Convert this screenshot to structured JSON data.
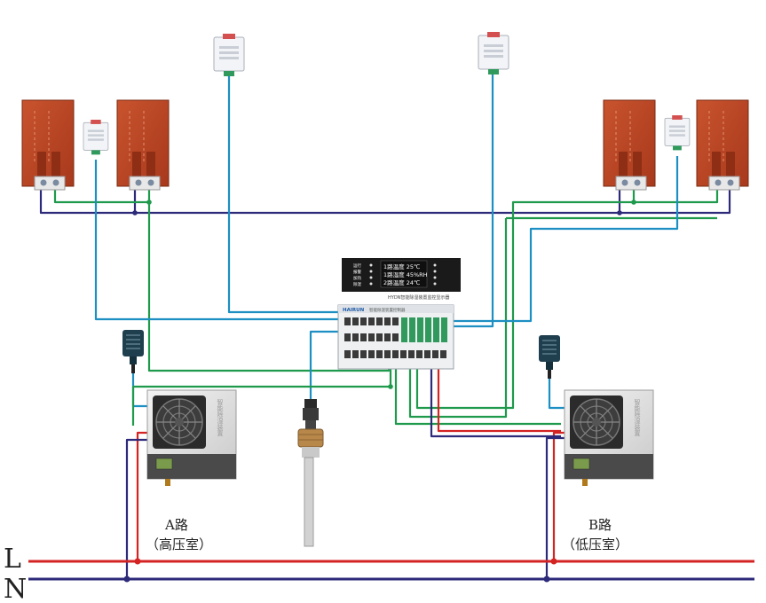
{
  "labels": {
    "line_L": "L",
    "line_N": "N",
    "route_a_title": "A路",
    "route_a_sub": "（高压室）",
    "route_b_title": "B路",
    "route_b_sub": "（低压室）"
  },
  "display_panel": {
    "lines": [
      "1路温度 25℃",
      "1路湿度 45%RH",
      "2路温度 24℃"
    ],
    "indicators": [
      "运行",
      "报警",
      "加热",
      "除湿"
    ],
    "caption": "HYDN智能除湿装置监控显示器"
  },
  "controller": {
    "brand": "HAIRUN",
    "model": "智能除湿装置控制器"
  },
  "dehumidifier_a": {
    "label": "智能除湿装置"
  },
  "dehumidifier_b": {
    "label": "智能除湿装置"
  },
  "wire_colors": {
    "L": "#d42323",
    "N": "#2d2a7a",
    "green": "#1f9a4c",
    "blue": "#1d8fc2"
  }
}
